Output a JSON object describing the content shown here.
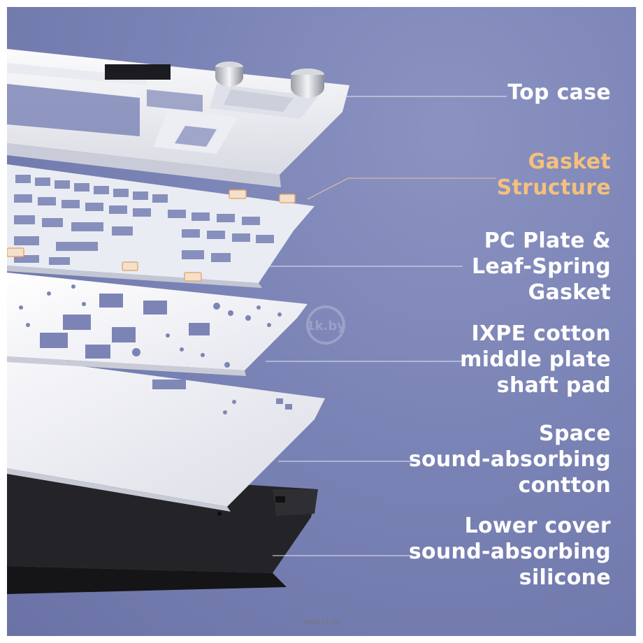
{
  "labels": {
    "top_case": "Top case",
    "gasket_line1": "Gasket",
    "gasket_line2": "Structure",
    "pc_line1": "PC Plate &",
    "pc_line2": "Leaf-Spring",
    "pc_line3": "Gasket",
    "ixpe_line1": "IXPE cotton",
    "ixpe_line2": "middle plate",
    "ixpe_line3": "shaft pad",
    "space_line1": "Space",
    "space_line2": "sound-absorbing",
    "space_line3": "contton",
    "lower_line1": "Lower cover",
    "lower_line2": "sound-absorbing",
    "lower_line3": "silicone"
  },
  "watermark": "www.1k.by",
  "logo_text": "1k.by",
  "colors": {
    "background": "#7a83b5",
    "label_text": "#ffffff",
    "accent": "#f4c07e",
    "lower_cover": "#2a2a2e"
  }
}
